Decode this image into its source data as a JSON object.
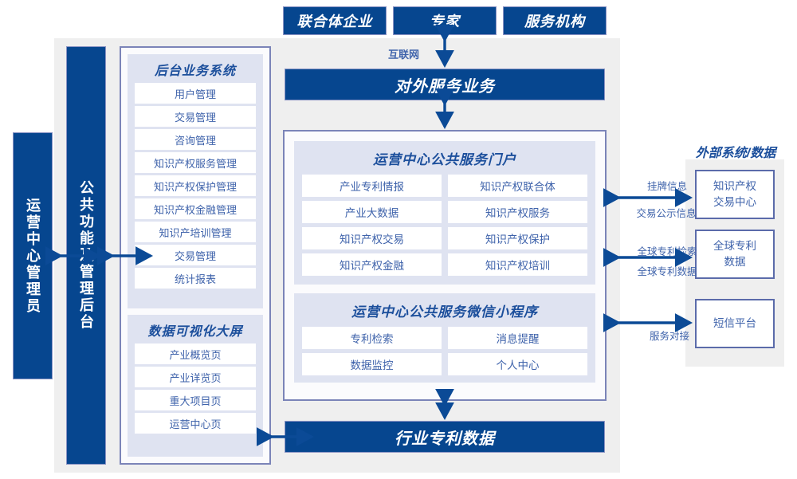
{
  "top_actors": [
    {
      "label": "联合体企业"
    },
    {
      "label": "专家"
    },
    {
      "label": "服务机构"
    }
  ],
  "internet_label": "互联网",
  "service_out": "对外服务业务",
  "industry_data": "行业专利数据",
  "roles": {
    "admin": "运营中心管理员",
    "common_backend": "公共功能及管理后台"
  },
  "left_column": {
    "backoffice": {
      "title": "后台业务系统",
      "items": [
        "用户管理",
        "交易管理",
        "咨询管理",
        "知识产权服务管理",
        "知识产权保护管理",
        "知识产权金融管理",
        "知识产培训管理",
        "交易管理",
        "统计报表"
      ]
    },
    "bigscreen": {
      "title": "数据可视化大屏",
      "items": [
        "产业概览页",
        "产业详览页",
        "重大项目页",
        "运营中心页"
      ]
    }
  },
  "center": {
    "portal": {
      "title": "运营中心公共服务门户",
      "items": [
        "产业专利情报",
        "知识产权联合体",
        "产业大数据",
        "知识产权服务",
        "知识产权交易",
        "知识产权保护",
        "知识产权金融",
        "知识产权培训"
      ]
    },
    "miniapp": {
      "title": "运营中心公共服务微信小程序",
      "items": [
        "专利检索",
        "消息提醒",
        "数据监控",
        "个人中心"
      ]
    }
  },
  "external": {
    "title": "外部系统/数据",
    "systems": [
      {
        "label": "知识产权\n交易中心"
      },
      {
        "label": "全球专利\n数据"
      },
      {
        "label": "短信平台"
      }
    ],
    "flow_labels": {
      "r0a": "挂牌信息",
      "r0b": "交易公示信息",
      "r1a": "全球专利检索",
      "r1b": "全球专利数据",
      "r2": "服务对接"
    }
  },
  "colors": {
    "navy": "#06468f",
    "lavender_panel": "#dfe3f1",
    "gray_panel": "#efefef",
    "text_blue": "#3f63ab",
    "title_blue": "#1c4f9c",
    "border_purple": "#5b6baa"
  }
}
